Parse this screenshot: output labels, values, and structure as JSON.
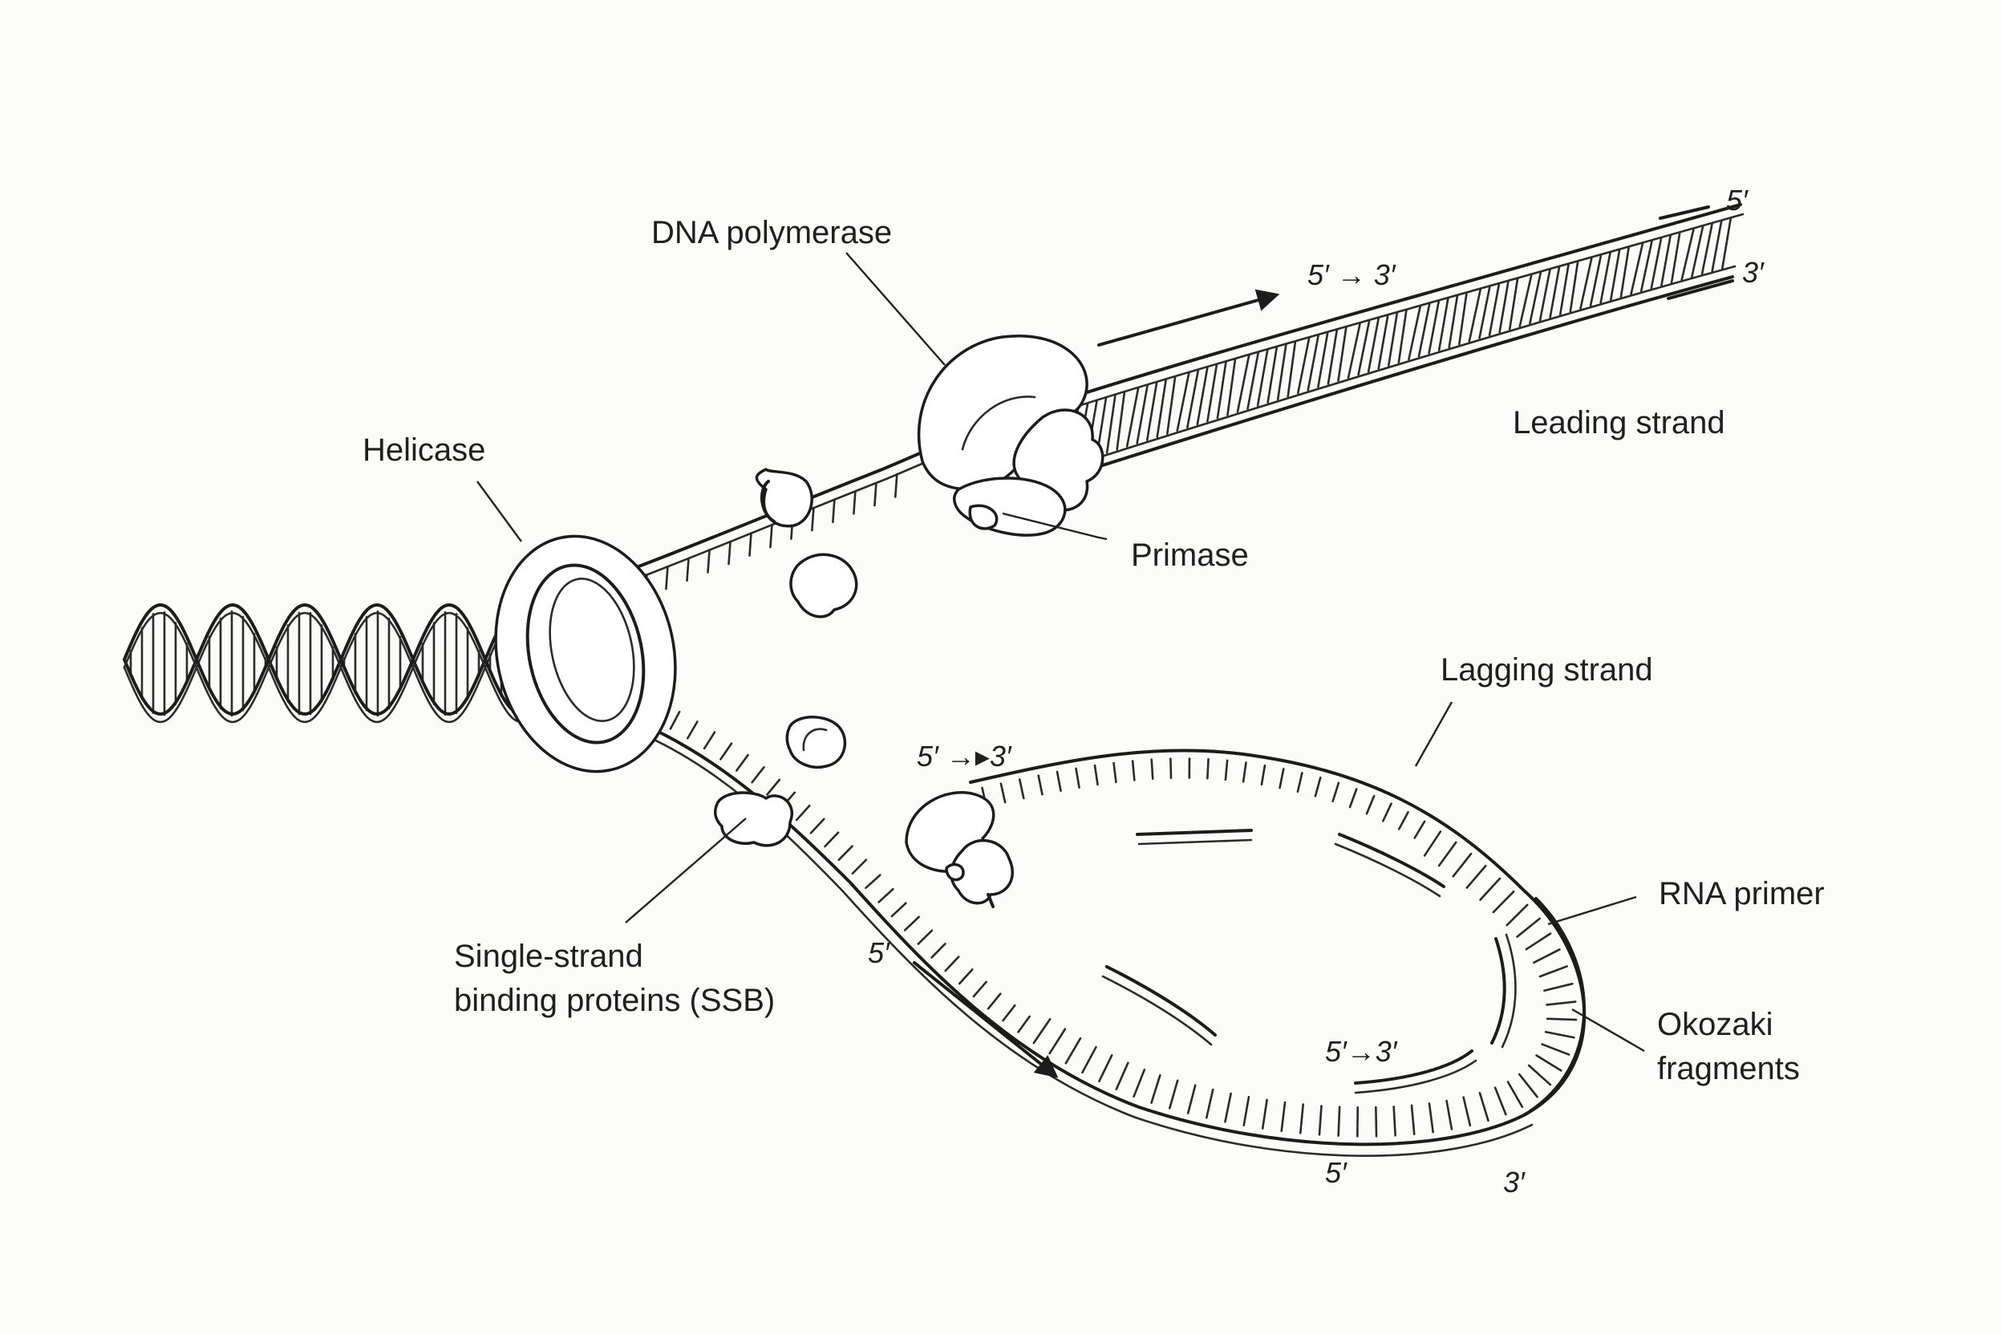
{
  "labels": {
    "dna_polymerase": "DNA polymerase",
    "helicase": "Helicase",
    "primase": "Primase",
    "leading_strand": "Leading strand",
    "lagging_strand": "Lagging strand",
    "rna_primer": "RNA primer",
    "okazaki_line1": "Okozaki",
    "okazaki_line2": "fragments",
    "ssb_line1": "Single-strand",
    "ssb_line2": "binding proteins (SSB)"
  },
  "end_marks": {
    "leading_top_5": "5′",
    "leading_top_3": "3′",
    "leading_direction": "5′ → 3′",
    "lagging_direction_top": "5′ →▸3′",
    "lagging_inner_direction": "5′→3′",
    "lower_strand_5": "5′",
    "bottom_5": "5′",
    "bottom_3": "3′"
  },
  "colors": {
    "ink": "#1c1c1c",
    "background": "#fbfbfa",
    "protein_fill": "#ffffff"
  }
}
